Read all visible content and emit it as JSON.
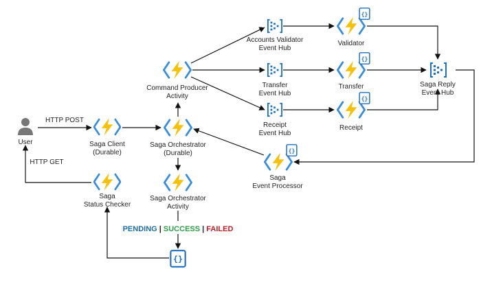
{
  "nodes": {
    "user": {
      "label": "User",
      "icon": "user-icon"
    },
    "saga_client": {
      "line1": "Saga Client",
      "line2": "(Durable)",
      "icon": "azure-function-icon"
    },
    "saga_status_checker": {
      "line1": "Saga",
      "line2": "Status Checker",
      "icon": "azure-function-icon"
    },
    "saga_orchestrator": {
      "line1": "Saga Orchestrator",
      "line2": "(Durable)",
      "icon": "azure-function-icon"
    },
    "saga_orchestrator_activity": {
      "line1": "Saga Orchestrator",
      "line2": "Activity",
      "icon": "azure-function-icon"
    },
    "command_producer": {
      "line1": "Command Producer",
      "line2": "Activity",
      "icon": "azure-function-icon"
    },
    "accounts_validator_hub": {
      "line1": "Accounts Validator",
      "line2": "Event Hub",
      "icon": "event-hub-icon"
    },
    "transfer_hub": {
      "line1": "Transfer",
      "line2": "Event Hub",
      "icon": "event-hub-icon"
    },
    "receipt_hub": {
      "line1": "Receipt",
      "line2": "Event Hub",
      "icon": "event-hub-icon"
    },
    "validator": {
      "label": "Validator",
      "icon": "azure-function-icon"
    },
    "transfer": {
      "label": "Transfer",
      "icon": "azure-function-icon"
    },
    "receipt": {
      "label": "Receipt",
      "icon": "azure-function-icon"
    },
    "saga_reply_hub": {
      "line1": "Saga Reply",
      "line2": "Event Hub",
      "icon": "event-hub-icon"
    },
    "saga_event_processor": {
      "line1": "Saga",
      "line2": "Event Processor",
      "icon": "azure-function-icon"
    },
    "state_store": {
      "icon": "json-document-icon"
    }
  },
  "edges": {
    "http_post": "HTTP POST",
    "http_get": "HTTP GET"
  },
  "status": {
    "pending": "PENDING",
    "sep1": " | ",
    "success": "SUCCESS",
    "sep2": " | ",
    "failed": "FAILED",
    "colors": {
      "pending": "#1f6f9f",
      "success": "#2e9e4a",
      "failed": "#c0202a",
      "sep": "#222222"
    }
  },
  "colors": {
    "function_bolt": "#f4c20d",
    "function_bracket": "#3a8ed8",
    "event_hub": "#1f6fbf",
    "json_doc": "#1f6fbf",
    "user": "#777777"
  }
}
